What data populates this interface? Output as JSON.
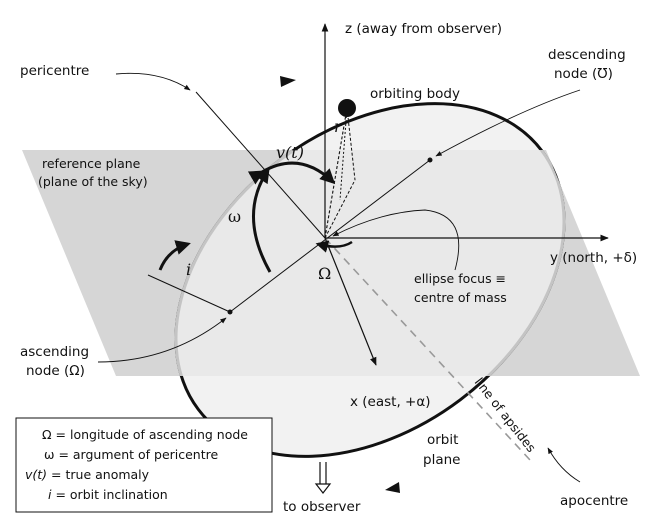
{
  "labels": {
    "z_axis": "z (away from observer)",
    "descending_node_1": "descending",
    "descending_node_2": "node (Ʊ)",
    "pericentre": "pericentre",
    "orbiting_body": "orbiting body",
    "reference_plane_1": "reference plane",
    "reference_plane_2": "(plane of the sky)",
    "true_anomaly": "v(t)",
    "radius": "r",
    "omega": "ω",
    "inclination": "i",
    "big_omega": "Ω",
    "y_axis": "y (north, +δ)",
    "ellipse_focus_1": "ellipse focus ≡",
    "ellipse_focus_2": "centre of mass",
    "ascending_node_1": "ascending",
    "ascending_node_2": "node (Ω)",
    "x_axis": "x (east, +α)",
    "line_of_apsides": "line of apsides",
    "orbit_plane_1": "orbit",
    "orbit_plane_2": "plane",
    "to_observer": "to observer",
    "apocentre": "apocentre"
  },
  "legend": [
    {
      "symbol": "Ω",
      "text": " = longitude of ascending node"
    },
    {
      "symbol": "ω",
      "text": " = argument of pericentre"
    },
    {
      "symbol": "v(t)",
      "text": " = true anomaly"
    },
    {
      "symbol": "i",
      "text": " = orbit inclination"
    }
  ],
  "colors": {
    "plane_fill": "#d6d6d6",
    "orbit_fill": "#f2f2f2",
    "stroke": "#111111"
  }
}
